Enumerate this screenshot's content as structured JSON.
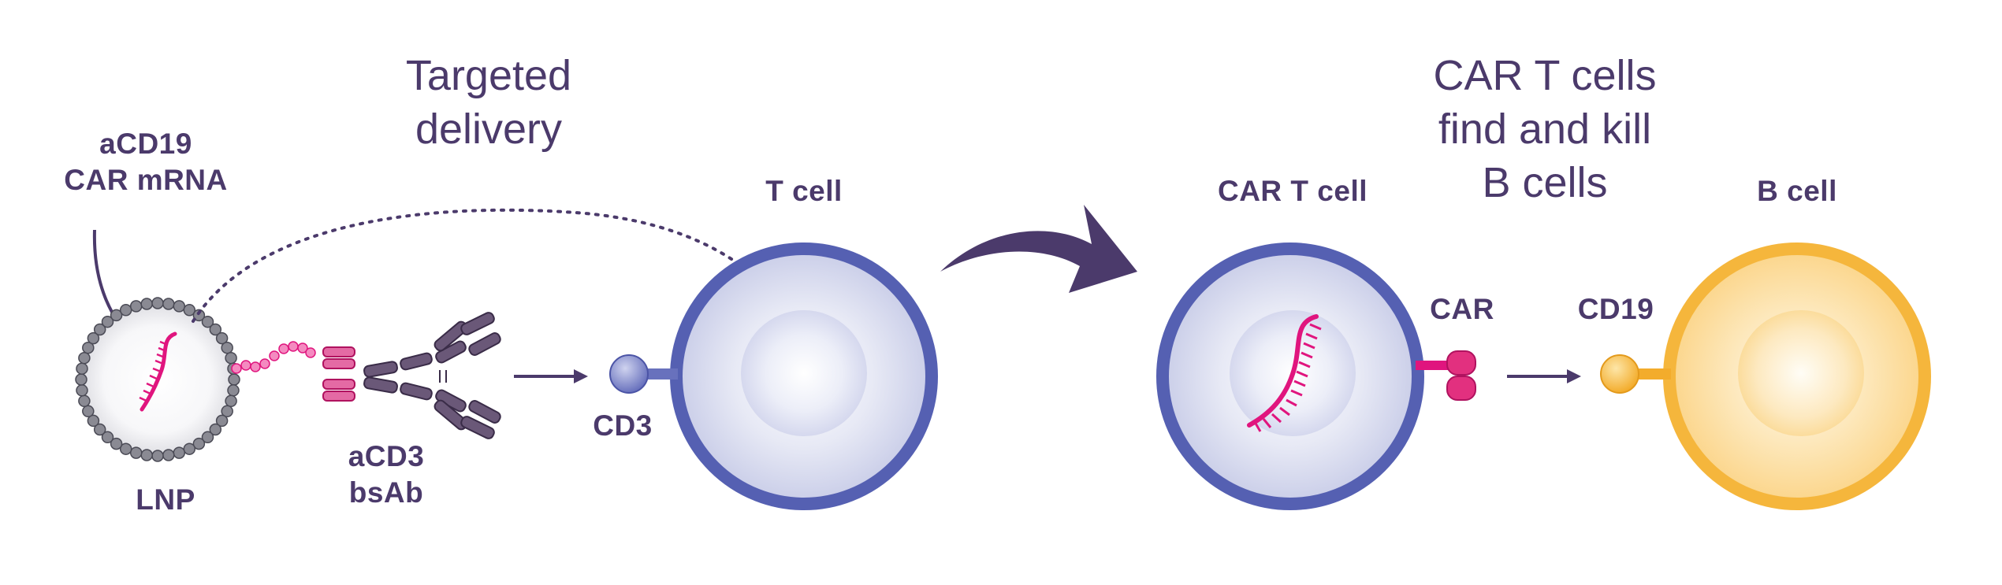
{
  "labels": {
    "cargo": [
      "aCD19",
      "CAR mRNA"
    ],
    "lnp": "LNP",
    "bsab": [
      "aCD3",
      "bsAb"
    ],
    "cd3": "CD3",
    "t_cell": "T cell",
    "targeted_delivery": [
      "Targeted",
      "delivery"
    ],
    "car_t_cell": "CAR T cell",
    "car": "CAR",
    "cd19": "CD19",
    "b_cell": "B cell",
    "outcome": [
      "CAR T cells",
      "find and kill",
      "B cells"
    ]
  },
  "colors": {
    "text": "#4b3a6b",
    "t_cell_ring": "#5560b2",
    "t_cell_fill": "#dcdff0",
    "b_cell_ring": "#f5b63c",
    "b_cell_fill": "#fde6b6",
    "mrna": "#e0157e",
    "antibody": "#5a4768",
    "lnp": "#6f6f78",
    "transition_arrow": "#4b3a6b"
  }
}
